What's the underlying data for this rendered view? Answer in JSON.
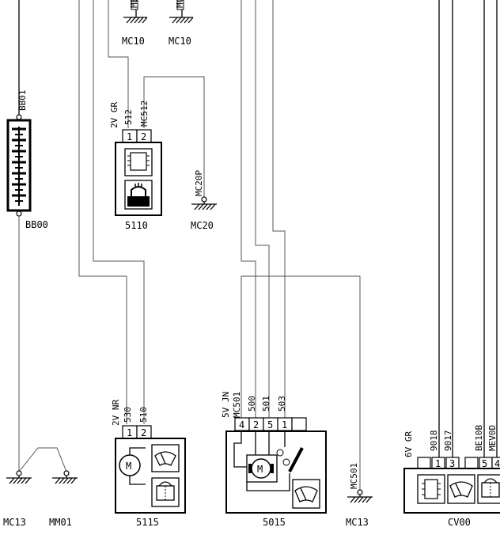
{
  "components": {
    "bb01": "BB01",
    "bb00": "BB00",
    "c5110": "5110",
    "c5115": "5115",
    "c5015": "5015",
    "cv00": "CV00"
  },
  "grounds": {
    "mc10a": "MC10",
    "mc10b": "MC10",
    "mc20": "MC20",
    "mc13a": "MC13",
    "mm01": "MM01",
    "mc13b": "MC13"
  },
  "connector_5110": {
    "header": "2V GR",
    "wires": [
      "512",
      "MC512"
    ],
    "pins": [
      "1",
      "2"
    ],
    "ground_wire": "MC20P"
  },
  "connector_5115": {
    "header": "2V NR",
    "wires": [
      "530",
      "510"
    ],
    "pins": [
      "1",
      "2"
    ]
  },
  "connector_5015": {
    "header": "5V JN",
    "wires": [
      "MC501",
      "500",
      "501",
      "503"
    ],
    "pins": [
      "4",
      "2",
      "5",
      "1"
    ],
    "ground_wire": "MC501"
  },
  "connector_cv00": {
    "header": "6V GR",
    "wires": [
      "9018",
      "9017",
      "BE10B",
      "MEV0D"
    ],
    "pins": [
      "1",
      "3",
      "5",
      "4"
    ]
  },
  "top_wires": [
    "ME",
    "MC"
  ],
  "icons": [
    "motor-icon",
    "wiper-icon",
    "washer-icon",
    "chip-icon",
    "washer-pump-icon",
    "battery-icon",
    "ground-icon"
  ]
}
